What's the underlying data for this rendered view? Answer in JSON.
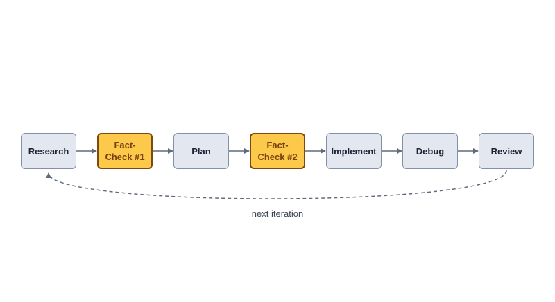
{
  "diagram": {
    "nodes": [
      {
        "id": "research",
        "label": "Research",
        "kind": "default"
      },
      {
        "id": "fact-check-1",
        "label": "Fact-\nCheck #1",
        "kind": "check"
      },
      {
        "id": "plan",
        "label": "Plan",
        "kind": "default"
      },
      {
        "id": "fact-check-2",
        "label": "Fact-\nCheck #2",
        "kind": "check"
      },
      {
        "id": "implement",
        "label": "Implement",
        "kind": "default"
      },
      {
        "id": "debug",
        "label": "Debug",
        "kind": "default"
      },
      {
        "id": "review",
        "label": "Review",
        "kind": "default"
      }
    ],
    "loop_label": "next iteration",
    "colors": {
      "default_fill": "#e3e8f0",
      "default_border": "#8390a6",
      "check_fill": "#fcc94a",
      "check_border": "#7a4a10",
      "arrow": "#5f6b7d"
    }
  }
}
